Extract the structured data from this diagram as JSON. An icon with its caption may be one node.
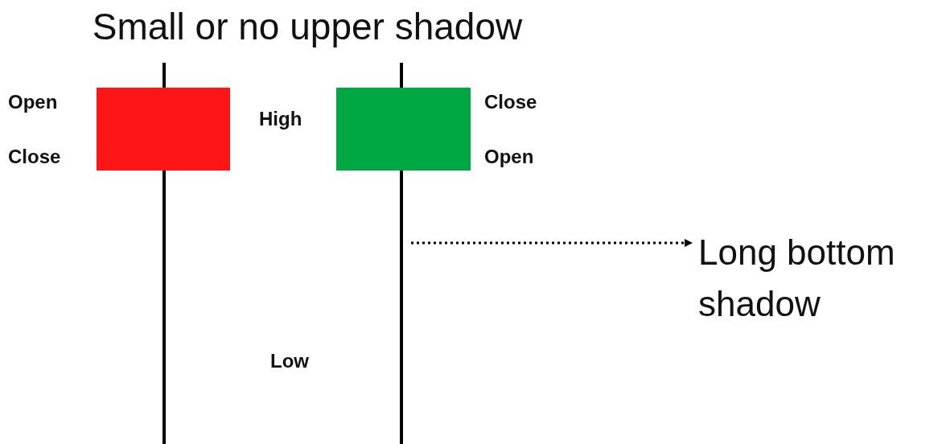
{
  "diagram": {
    "title": "Small or no upper shadow",
    "nodes": [
      {
        "text": [
          "Long bottom shadow"
        ]
      },
      {
        "text": [],
        "shape": "bar"
      }
    ],
    "edges": [
      {
        "from": 1,
        "to": 0,
        "arrow": "to",
        "style": "dashed"
      }
    ],
    "labels": [
      "Open",
      "Close",
      "High",
      "Close",
      "Open",
      "Low"
    ]
  }
}
